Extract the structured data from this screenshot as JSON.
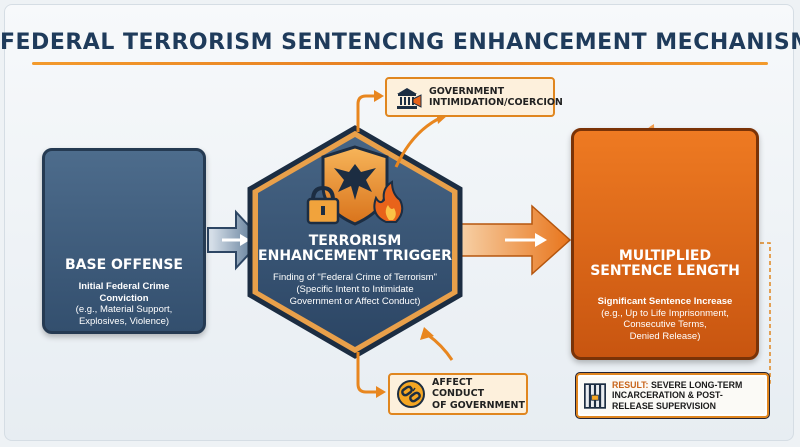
{
  "title": "FEDERAL TERRORISM SENTENCING ENHANCEMENT MECHANISM",
  "colors": {
    "navy": "#2b4564",
    "orange": "#e67e22",
    "callout_bg": "#fdf0dc"
  },
  "base_offense": {
    "title": "BASE OFFENSE",
    "line1": "Initial Federal Crime",
    "line2": "Conviction",
    "line3": "(e.g., Material Support,",
    "line4": "Explosives, Violence)",
    "icons": [
      "handcuffs-icon",
      "gavel-icon"
    ]
  },
  "trigger": {
    "title_line1": "TERRORISM",
    "title_line2": "ENHANCEMENT TRIGGER",
    "line1": "Finding of \"Federal Crime of Terrorism\"",
    "line2": "(Specific Intent to Intimidate",
    "line3": "Government or Affect Conduct)",
    "icons": [
      "shield-eagle-icon",
      "padlock-icon",
      "flame-icon"
    ]
  },
  "callout_top": {
    "line1": "GOVERNMENT",
    "line2": "INTIMIDATION/COERCION",
    "icon": "capitol-megaphone-icon"
  },
  "callout_bottom": {
    "line1": "AFFECT CONDUCT",
    "line2": "OF GOVERNMENT",
    "icon": "broken-chain-icon"
  },
  "multiplied": {
    "title_line1": "MULTIPLIED",
    "title_line2": "SENTENCE LENGTH",
    "line1": "Significant Sentence Increase",
    "line2": "(e.g., Up to Life Imprisonment,",
    "line3": "Consecutive Terms,",
    "line4": "Denied Release)",
    "icons": [
      "calendar-x-icon",
      "clock-icon",
      "flame-icon"
    ]
  },
  "result": {
    "label": "RESULT:",
    "line1": "SEVERE LONG-TERM",
    "line2": "INCARCERATION & POST-",
    "line3": "RELEASE SUPERVISION",
    "icon": "prison-bars-icon"
  }
}
